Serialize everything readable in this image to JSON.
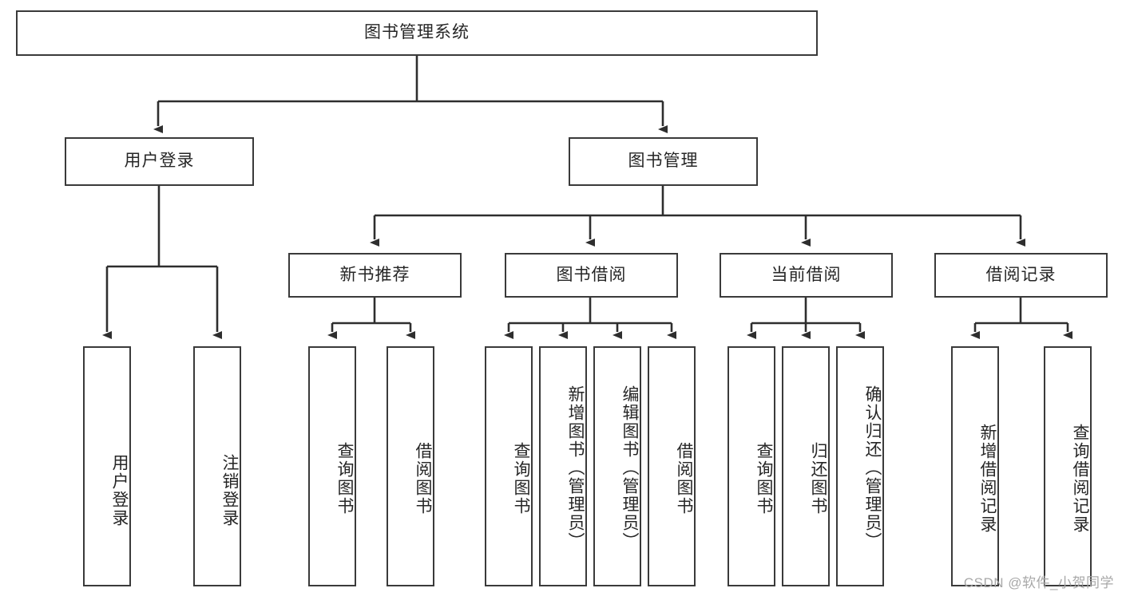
{
  "diagram": {
    "type": "tree",
    "title": "图书管理系统",
    "root": {
      "id": "root",
      "label": "图书管理系统"
    },
    "level1": [
      {
        "id": "user-login",
        "label": "用户登录"
      },
      {
        "id": "book-manage",
        "label": "图书管理"
      }
    ],
    "level2": [
      {
        "id": "new-book-rec",
        "label": "新书推荐",
        "parent": "book-manage"
      },
      {
        "id": "book-borrow",
        "label": "图书借阅",
        "parent": "book-manage"
      },
      {
        "id": "current-borrow",
        "label": "当前借阅",
        "parent": "book-manage"
      },
      {
        "id": "borrow-record",
        "label": "借阅记录",
        "parent": "book-manage"
      }
    ],
    "leaves": [
      {
        "id": "leaf-user-login",
        "label": "用户登录",
        "parent": "user-login"
      },
      {
        "id": "leaf-logout",
        "label": "注销登录",
        "parent": "user-login"
      },
      {
        "id": "leaf-query-book-1",
        "label": "查询图书",
        "parent": "new-book-rec"
      },
      {
        "id": "leaf-borrow-book-1",
        "label": "借阅图书",
        "parent": "new-book-rec"
      },
      {
        "id": "leaf-query-book-2",
        "label": "查询图书",
        "parent": "book-borrow"
      },
      {
        "id": "leaf-add-book",
        "label": "新增图书（管理员）",
        "parent": "book-borrow"
      },
      {
        "id": "leaf-edit-book",
        "label": "编辑图书（管理员）",
        "parent": "book-borrow"
      },
      {
        "id": "leaf-borrow-book-2",
        "label": "借阅图书",
        "parent": "book-borrow"
      },
      {
        "id": "leaf-query-book-3",
        "label": "查询图书",
        "parent": "current-borrow"
      },
      {
        "id": "leaf-return-book",
        "label": "归还图书",
        "parent": "current-borrow"
      },
      {
        "id": "leaf-confirm-return",
        "label": "确认归还（管理员）",
        "parent": "current-borrow"
      },
      {
        "id": "leaf-add-record",
        "label": "新增借阅记录",
        "parent": "borrow-record"
      },
      {
        "id": "leaf-query-record",
        "label": "查询借阅记录",
        "parent": "borrow-record"
      }
    ],
    "colors": {
      "box_border": "#3a3a3a",
      "box_fill": "#ffffff",
      "edge": "#2e2e2e",
      "text": "#262626",
      "watermark": "#a8a8a8"
    }
  },
  "watermark": {
    "text": "CSDN @软件_小贺同学"
  }
}
